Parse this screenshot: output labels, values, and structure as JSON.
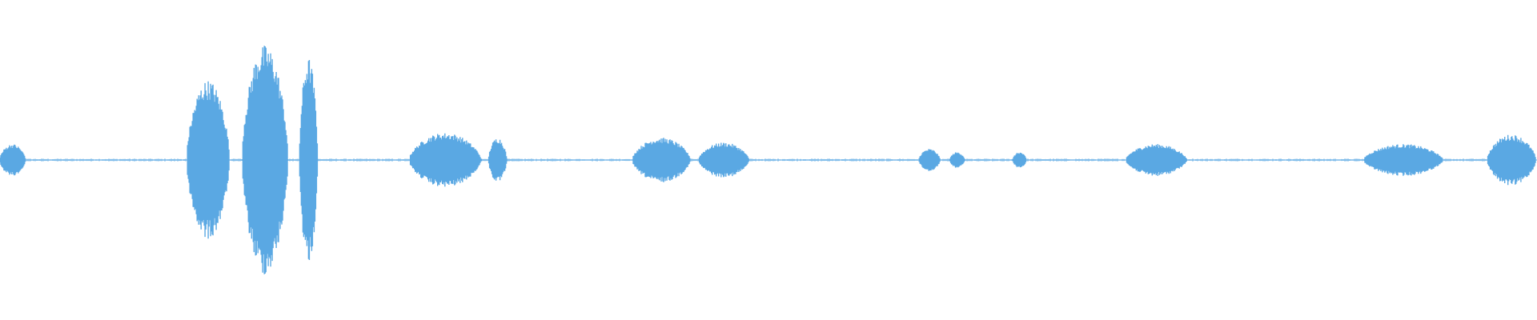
{
  "waveform": {
    "color": "#5aa8e3",
    "background": "#ffffff",
    "duration_fraction_note": "",
    "segments": [
      {
        "start": 0.0,
        "end": 0.017,
        "amplitude": 0.1
      },
      {
        "start": 0.122,
        "end": 0.15,
        "amplitude": 0.5
      },
      {
        "start": 0.158,
        "end": 0.188,
        "amplitude": 0.72
      },
      {
        "start": 0.195,
        "end": 0.207,
        "amplitude": 0.64
      },
      {
        "start": 0.267,
        "end": 0.314,
        "amplitude": 0.17
      },
      {
        "start": 0.318,
        "end": 0.33,
        "amplitude": 0.14
      },
      {
        "start": 0.412,
        "end": 0.45,
        "amplitude": 0.14
      },
      {
        "start": 0.455,
        "end": 0.488,
        "amplitude": 0.11
      },
      {
        "start": 0.598,
        "end": 0.612,
        "amplitude": 0.07
      },
      {
        "start": 0.618,
        "end": 0.628,
        "amplitude": 0.05
      },
      {
        "start": 0.659,
        "end": 0.668,
        "amplitude": 0.05
      },
      {
        "start": 0.733,
        "end": 0.773,
        "amplitude": 0.1
      },
      {
        "start": 0.888,
        "end": 0.94,
        "amplitude": 0.1
      },
      {
        "start": 0.968,
        "end": 1.0,
        "amplitude": 0.16
      }
    ],
    "baseline_noise": 0.006
  }
}
